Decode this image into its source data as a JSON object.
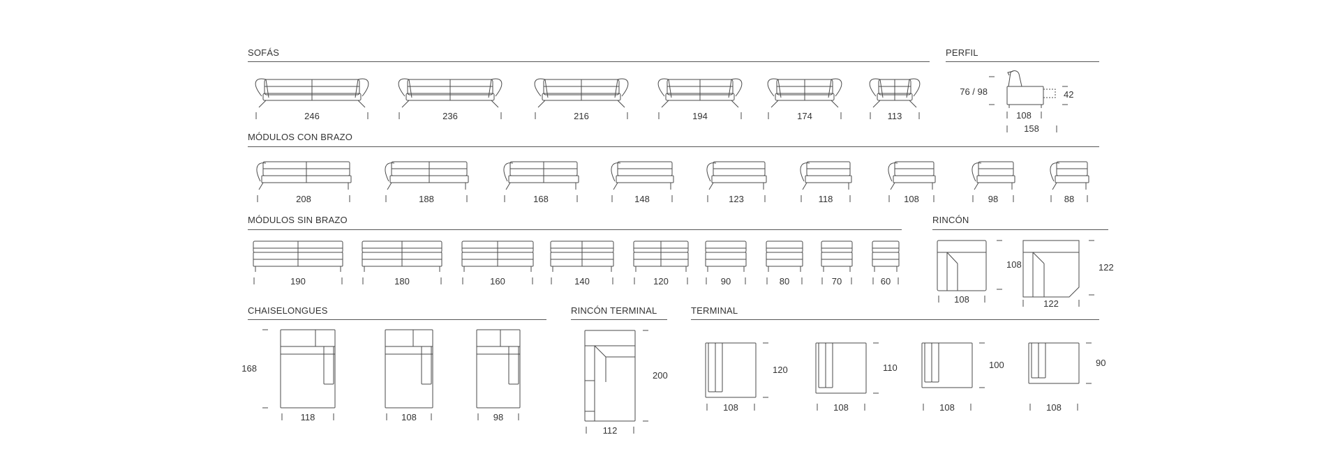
{
  "sections": {
    "sofas": "SOFÁS",
    "perfil": "PERFIL",
    "modulos_con_brazo": "MÓDULOS CON BRAZO",
    "modulos_sin_brazo": "MÓDULOS SIN BRAZO",
    "rincon": "RINCÓN",
    "chaiselongues": "CHAISELONGUES",
    "rincon_terminal": "RINCÓN TERMINAL",
    "terminal": "TERMINAL"
  },
  "sofas": [
    "246",
    "236",
    "216",
    "194",
    "174",
    "113"
  ],
  "perfil": {
    "height": "76 / 98",
    "seat": "42",
    "depth": "108",
    "depth_open": "158"
  },
  "modulos_con_brazo": [
    "208",
    "188",
    "168",
    "148",
    "123",
    "118",
    "108",
    "98",
    "88"
  ],
  "modulos_sin_brazo": [
    "190",
    "180",
    "160",
    "140",
    "120",
    "90",
    "80",
    "70",
    "60"
  ],
  "rincon": [
    {
      "width": "108",
      "depth": "108"
    },
    {
      "width": "122",
      "depth": "122"
    }
  ],
  "chaiselongues": {
    "length": "168",
    "widths": [
      "118",
      "108",
      "98"
    ]
  },
  "rincon_terminal": {
    "width": "112",
    "depth": "200"
  },
  "terminal": [
    {
      "width": "108",
      "depth": "120"
    },
    {
      "width": "108",
      "depth": "110"
    },
    {
      "width": "108",
      "depth": "100"
    },
    {
      "width": "108",
      "depth": "90"
    }
  ]
}
